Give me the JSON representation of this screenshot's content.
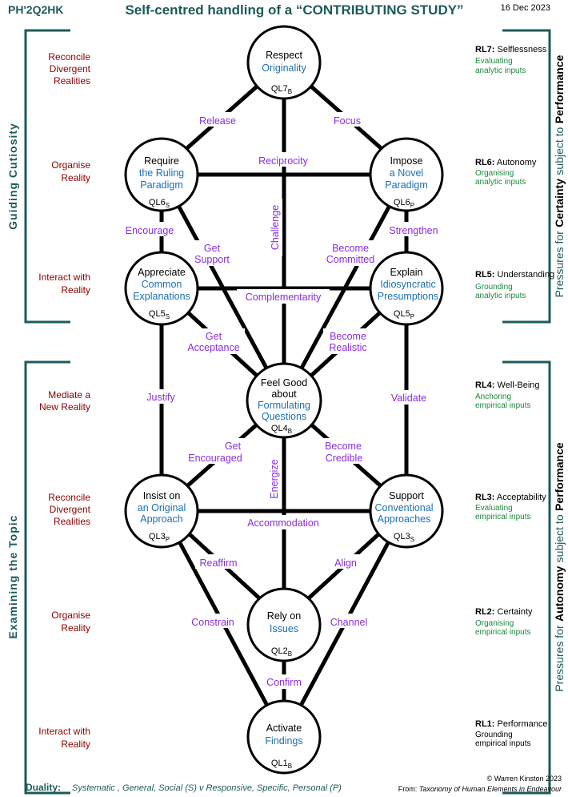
{
  "header": {
    "code": "PH'2Q2HK",
    "title": "Self-centred handling of a  “CONTRIBUTING STUDY”",
    "date": "16 Dec 2023"
  },
  "side_labels": {
    "top": "Guiding Cutiosity",
    "bottom": "Examining  the  Topic"
  },
  "pressures": {
    "top": {
      "prefix": "Pressures for",
      "bold": "Certainty",
      "suffix": "subject to",
      "bold2": "Performance"
    },
    "bottom": {
      "prefix": "Pressures for",
      "bold": "Autonomy",
      "suffix": "subject to",
      "bold2": "Performance"
    }
  },
  "left_labels": [
    {
      "line1": "Reconcile",
      "line2": "Divergent",
      "line3": "Realities"
    },
    {
      "line1": "Organise",
      "line2": "Reality"
    },
    {
      "line1": "Interact with",
      "line2": "Reality"
    },
    {
      "line1": "Mediate a",
      "line2": "New Reality"
    },
    {
      "line1": "Reconcile",
      "line2": "Divergent",
      "line3": "Realities"
    },
    {
      "line1": "Organise",
      "line2": "Reality"
    },
    {
      "line1": "Interact with",
      "line2": "Reality"
    }
  ],
  "right_labels": [
    {
      "code": "RL7:",
      "name": "Selflessness",
      "sub1": "Evaluating",
      "sub2": "analytic inputs"
    },
    {
      "code": "RL6:",
      "name": "Autonomy",
      "sub1": "Organising",
      "sub2": "analytic inputs"
    },
    {
      "code": "RL5:",
      "name": "Understanding",
      "sub1": "Grounding",
      "sub2": "analytic inputs"
    },
    {
      "code": "RL4:",
      "name": "Well-Being",
      "sub1": "Anchoring",
      "sub2": "empirical inputs"
    },
    {
      "code": "RL3:",
      "name": "Acceptability",
      "sub1": "Evaluating",
      "sub2": "empirical inputs"
    },
    {
      "code": "RL2:",
      "name": "Certainty",
      "sub1": "Organising",
      "sub2": "empirical inputs"
    },
    {
      "code": "RL1:",
      "name": "Performance",
      "sub1": "Grounding",
      "sub2": "empirical inputs"
    }
  ],
  "nodes": {
    "ql7": {
      "l1": "Respect",
      "l2": "Originality",
      "l3": "",
      "code": "QL7",
      "sub": "B"
    },
    "ql6s": {
      "l1": "Require",
      "l2": "the Ruling",
      "l3": "Paradigm",
      "code": "QL6",
      "sub": "S"
    },
    "ql6p": {
      "l1": "Impose",
      "l2": "a Novel",
      "l3": "Paradigm",
      "code": "QL6",
      "sub": "P"
    },
    "ql5s": {
      "l1": "Appreciate",
      "l2": "Common",
      "l3": "Explanations",
      "code": "QL5",
      "sub": "S"
    },
    "ql5p": {
      "l1": "Explain",
      "l2": "Idiosyncratic",
      "l3": "Presumptions",
      "code": "QL5",
      "sub": "P"
    },
    "ql4": {
      "l1": "Feel Good",
      "l1b": "about",
      "l2": "Formulating",
      "l3": "Questions",
      "code": "QL4",
      "sub": "B"
    },
    "ql3p": {
      "l1": "Insist on",
      "l2": "an Original",
      "l3": "Approach",
      "code": "QL3",
      "sub": "P"
    },
    "ql3s": {
      "l1": "Support",
      "l2": "Conventional",
      "l3": "Approaches",
      "code": "QL3",
      "sub": "S"
    },
    "ql2": {
      "l1": "Rely on",
      "l2": "Issues",
      "l3": "",
      "code": "QL2",
      "sub": "B"
    },
    "ql1": {
      "l1": "Activate",
      "l2": "Findings",
      "l3": "",
      "code": "QL1",
      "sub": "B"
    }
  },
  "edges": {
    "release": "Release",
    "focus": "Focus",
    "reciprocity": "Reciprocity",
    "encourage": "Encourage",
    "strengthen": "Strengthen",
    "get_support_1": "Get",
    "get_support_2": "Support",
    "challenge": "Challenge",
    "become_committed_1": "Become",
    "become_committed_2": "Committed",
    "complementarity": "Complementarity",
    "get_acceptance_1": "Get",
    "get_acceptance_2": "Acceptance",
    "become_realistic_1": "Become",
    "become_realistic_2": "Realistic",
    "justify": "Justify",
    "validate": "Validate",
    "get_encouraged_1": "Get",
    "get_encouraged_2": "Encouraged",
    "become_credible_1": "Become",
    "become_credible_2": "Credible",
    "energize": "Energize",
    "accommodation": "Accommodation",
    "reaffirm": "Reaffirm",
    "align": "Align",
    "constrain": "Constrain",
    "channel": "Channel",
    "confirm": "Confirm"
  },
  "footer": {
    "duality_label": "Duality:",
    "duality_text": "Systematic , General, Social (S)  v   Responsive, Specific, Personal (P)",
    "copyright": "© Warren Kinston  2023",
    "from_label": "From:",
    "from_text": "Taxonomy of Human Elements in Endeavour"
  }
}
